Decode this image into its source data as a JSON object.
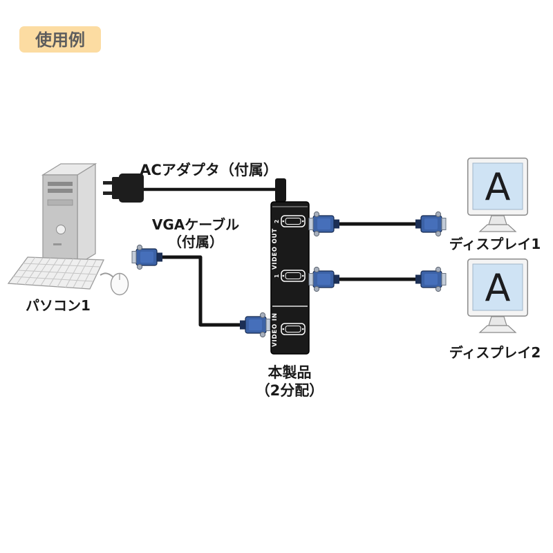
{
  "badge": {
    "label": "使用例"
  },
  "pc": {
    "label": "パソコン1"
  },
  "ac_adapter": {
    "label": "ACアダプタ（付属）"
  },
  "vga_cable": {
    "label_line1": "VGAケーブル",
    "label_line2": "（付属）"
  },
  "device": {
    "name_line1": "本製品",
    "name_line2": "（2分配）",
    "video_out_label": "VIDEO OUT",
    "video_in_label": "VIDEO IN",
    "port2_number": "2",
    "port1_number": "1"
  },
  "displays": [
    {
      "label": "ディスプレイ1",
      "screen_letter": "A"
    },
    {
      "label": "ディスプレイ2",
      "screen_letter": "A"
    }
  ],
  "colors": {
    "badge_background": "#fcdca2",
    "badge_text": "#5d5d5d",
    "label_text": "#1a1a1a",
    "device_body": "#1a1a1a",
    "device_text": "#ffffff",
    "connector_blue": "#3c62a6",
    "monitor_screen_blue": "#cfe3f4",
    "cable_black": "#141414",
    "pc_gray": "#c6c6c6"
  }
}
